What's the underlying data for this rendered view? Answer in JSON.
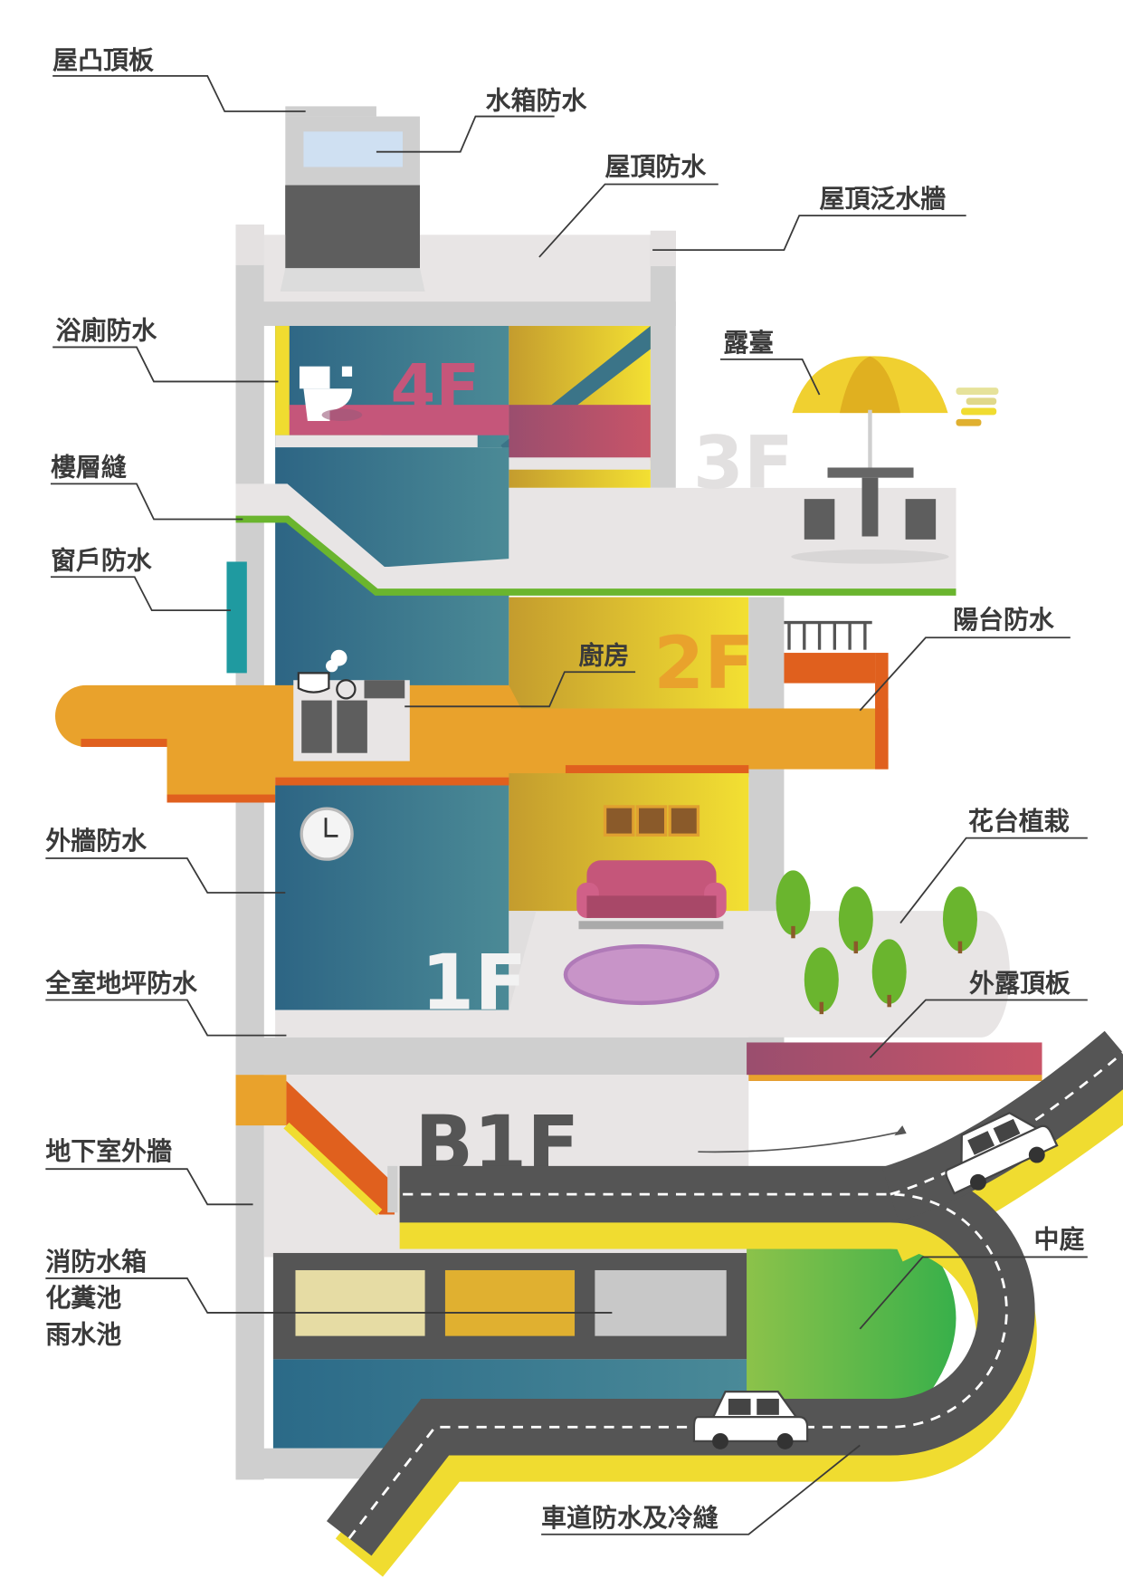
{
  "labels": {
    "roof_protrusion_slab": "屋凸頂板",
    "water_tank_waterproofing": "水箱防水",
    "roof_waterproofing": "屋頂防水",
    "roof_parapet_wall": "屋頂泛水牆",
    "bathroom_waterproofing": "浴廁防水",
    "floor_joint": "樓層縫",
    "window_waterproofing": "窗戶防水",
    "kitchen": "廚房",
    "terrace": "露臺",
    "balcony_waterproofing": "陽台防水",
    "planter": "花台植栽",
    "exterior_wall_waterproofing": "外牆防水",
    "floor_waterproofing": "全室地坪防水",
    "exposed_slab": "外露頂板",
    "basement_wall": "地下室外牆",
    "tanks": [
      "消防水箱",
      "化糞池",
      "雨水池"
    ],
    "courtyard": "中庭",
    "driveway": "車道防水及冷縫"
  },
  "floors": {
    "f4": "4F",
    "f3": "3F",
    "f2": "2F",
    "f1": "1F",
    "b1": "B1F"
  },
  "colors": {
    "teal": "#2f6b86",
    "yellow": "#f0dc30",
    "orange": "#e9a22c",
    "pink": "#c5567a",
    "green": "#6ab52e",
    "concrete": "#cfcfcf",
    "road": "#555555"
  }
}
